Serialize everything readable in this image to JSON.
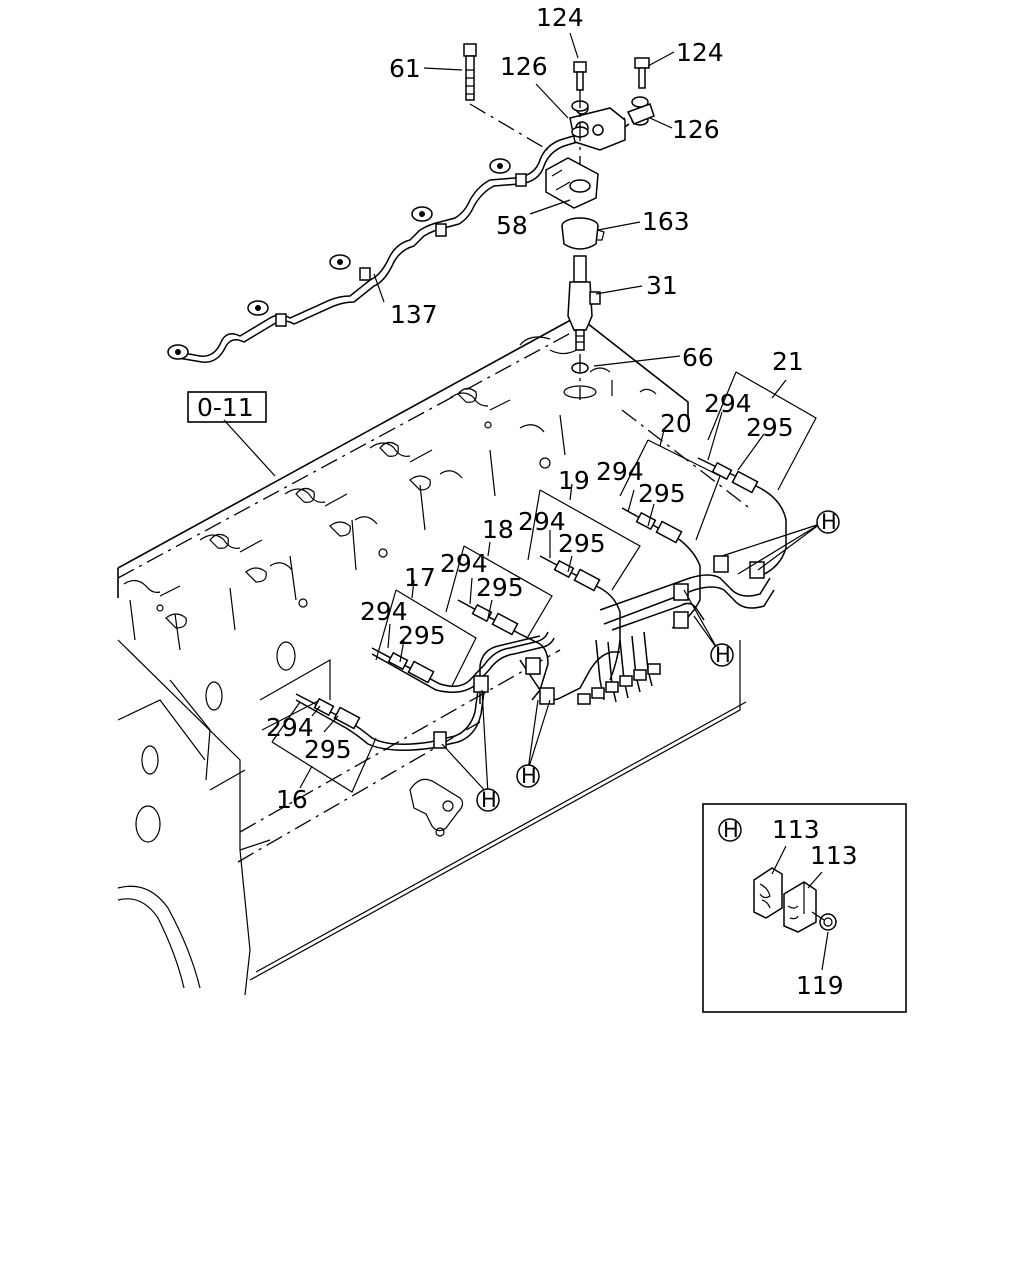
{
  "diagram": {
    "reference_box": "0-11",
    "callouts": {
      "c124a": "124",
      "c124b": "124",
      "c61": "61",
      "c126a": "126",
      "c126b": "126",
      "c58": "58",
      "c163": "163",
      "c31": "31",
      "c137": "137",
      "c66": "66",
      "c21": "21",
      "c20": "20",
      "c19": "19",
      "c18": "18",
      "c17": "17",
      "c16": "16",
      "c294_21": "294",
      "c295_21": "295",
      "c294_20": "294",
      "c295_20": "295",
      "c294_19": "294",
      "c295_19": "295",
      "c294_18": "294",
      "c295_18": "295",
      "c294_17": "294",
      "c295_17": "295",
      "c294_16": "294",
      "c295_16": "295"
    },
    "clip_marker": "H",
    "inset": {
      "marker": "H",
      "labels": {
        "a": "113",
        "b": "113",
        "c": "119"
      }
    }
  }
}
